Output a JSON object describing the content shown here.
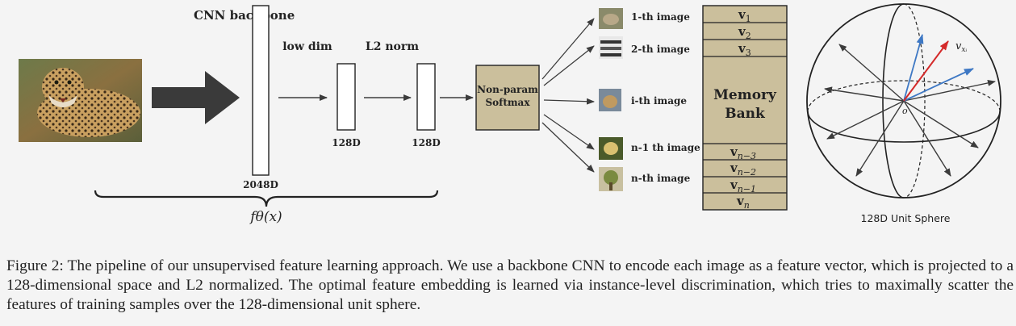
{
  "labels": {
    "backbone": "CNN backbone",
    "low_dim": "low dim",
    "l2_norm": "L2 norm",
    "softmax_line1": "Non-param",
    "softmax_line2": "Softmax",
    "dim_2048": "2048D",
    "dim_128_a": "128D",
    "dim_128_b": "128D",
    "f_theta": "fθ(x)",
    "memory_line1": "Memory",
    "memory_line2": "Bank",
    "sphere_label": "128D Unit Sphere",
    "origin": "o"
  },
  "image_labels": [
    "1-th image",
    "2-th image",
    "i-th image",
    "n-1 th image",
    "n-th image"
  ],
  "memory_top": [
    {
      "base": "v",
      "sub": "1"
    },
    {
      "base": "v",
      "sub": "2"
    },
    {
      "base": "v",
      "sub": "3"
    }
  ],
  "memory_bottom": [
    {
      "base": "v",
      "sub": "n−3"
    },
    {
      "base": "v",
      "sub": "n−2"
    },
    {
      "base": "v",
      "sub": "n−1"
    },
    {
      "base": "v",
      "sub": "n"
    }
  ],
  "vector_label": {
    "base": "v",
    "sub": "xᵢ"
  },
  "colors": {
    "module_fill": "#cbbf9c",
    "arrow_dark": "#3c3c3c",
    "vector_red": "#d42a2a",
    "vector_blue": "#3e78c4"
  },
  "caption": {
    "fig": "Figure 2:",
    "text": " The pipeline of our unsupervised feature learning approach. We use a backbone CNN to encode each image as a feature vector, which is projected to a 128-dimensional space and L2 normalized. The optimal feature embedding is learned via instance-level discrimination, which tries to maximally scatter the features of training samples over the 128-dimensional unit sphere."
  }
}
